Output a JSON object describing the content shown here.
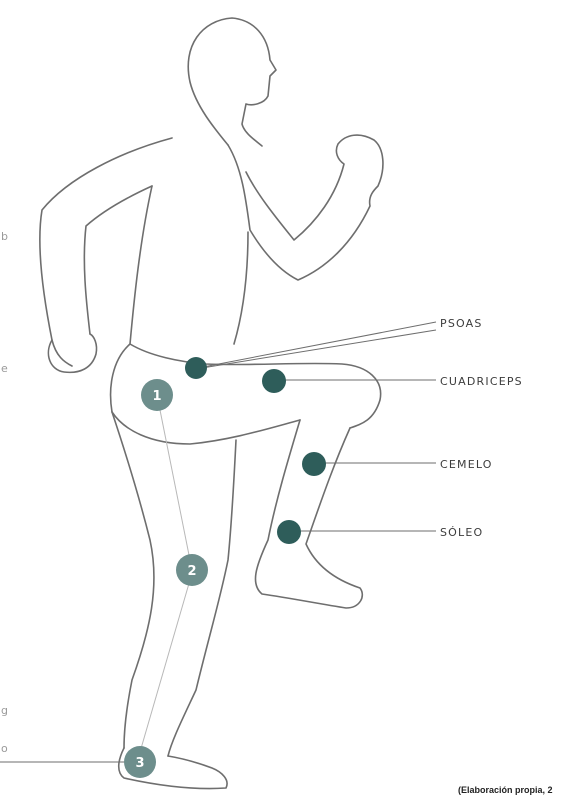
{
  "figure": {
    "labels": {
      "psoas": "PSOAS",
      "cuadriceps": "CUADRICEPS",
      "cemelo": "CEMELO",
      "soleo": "SÓLEO"
    },
    "steps": {
      "one": "1",
      "two": "2",
      "three": "3"
    },
    "credit": "(Elaboración propia, 2",
    "edge_fragments": {
      "a": "b",
      "b": "e",
      "c": "g",
      "d": "o"
    }
  },
  "colors": {
    "outline": "#6e6e6e",
    "muscle_dot": "#2e5d5a",
    "step_circle": "#6d8e8c",
    "leader_line": "#6e6e6e"
  }
}
